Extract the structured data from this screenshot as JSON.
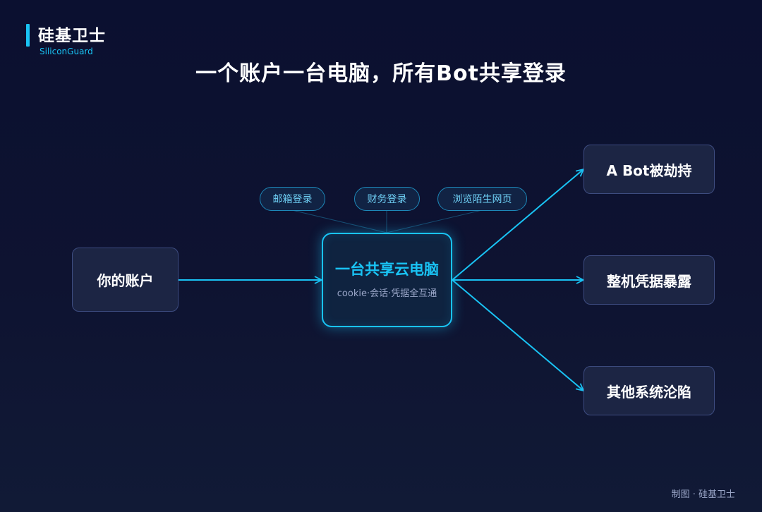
{
  "brand": {
    "name": "硅基卫士",
    "sub": "SiliconGuard"
  },
  "title": "一个账户一台电脑，所有Bot共享登录",
  "diagram": {
    "source": {
      "label": "你的账户"
    },
    "center": {
      "title": "一台共享云电脑",
      "subtitle": "cookie·会话·凭据全互通"
    },
    "activities": [
      {
        "label": "邮箱登录"
      },
      {
        "label": "财务登录"
      },
      {
        "label": "浏览陌生网页"
      }
    ],
    "outcomes": [
      {
        "label": "A Bot被劫持"
      },
      {
        "label": "整机凭据暴露"
      },
      {
        "label": "其他系统沦陷"
      }
    ]
  },
  "credit": "制图 · 硅基卫士",
  "colors": {
    "accent": "#19c3f4",
    "node_fill": "#1c2544",
    "node_border": "#3d4c80",
    "background": "#0e1331"
  }
}
